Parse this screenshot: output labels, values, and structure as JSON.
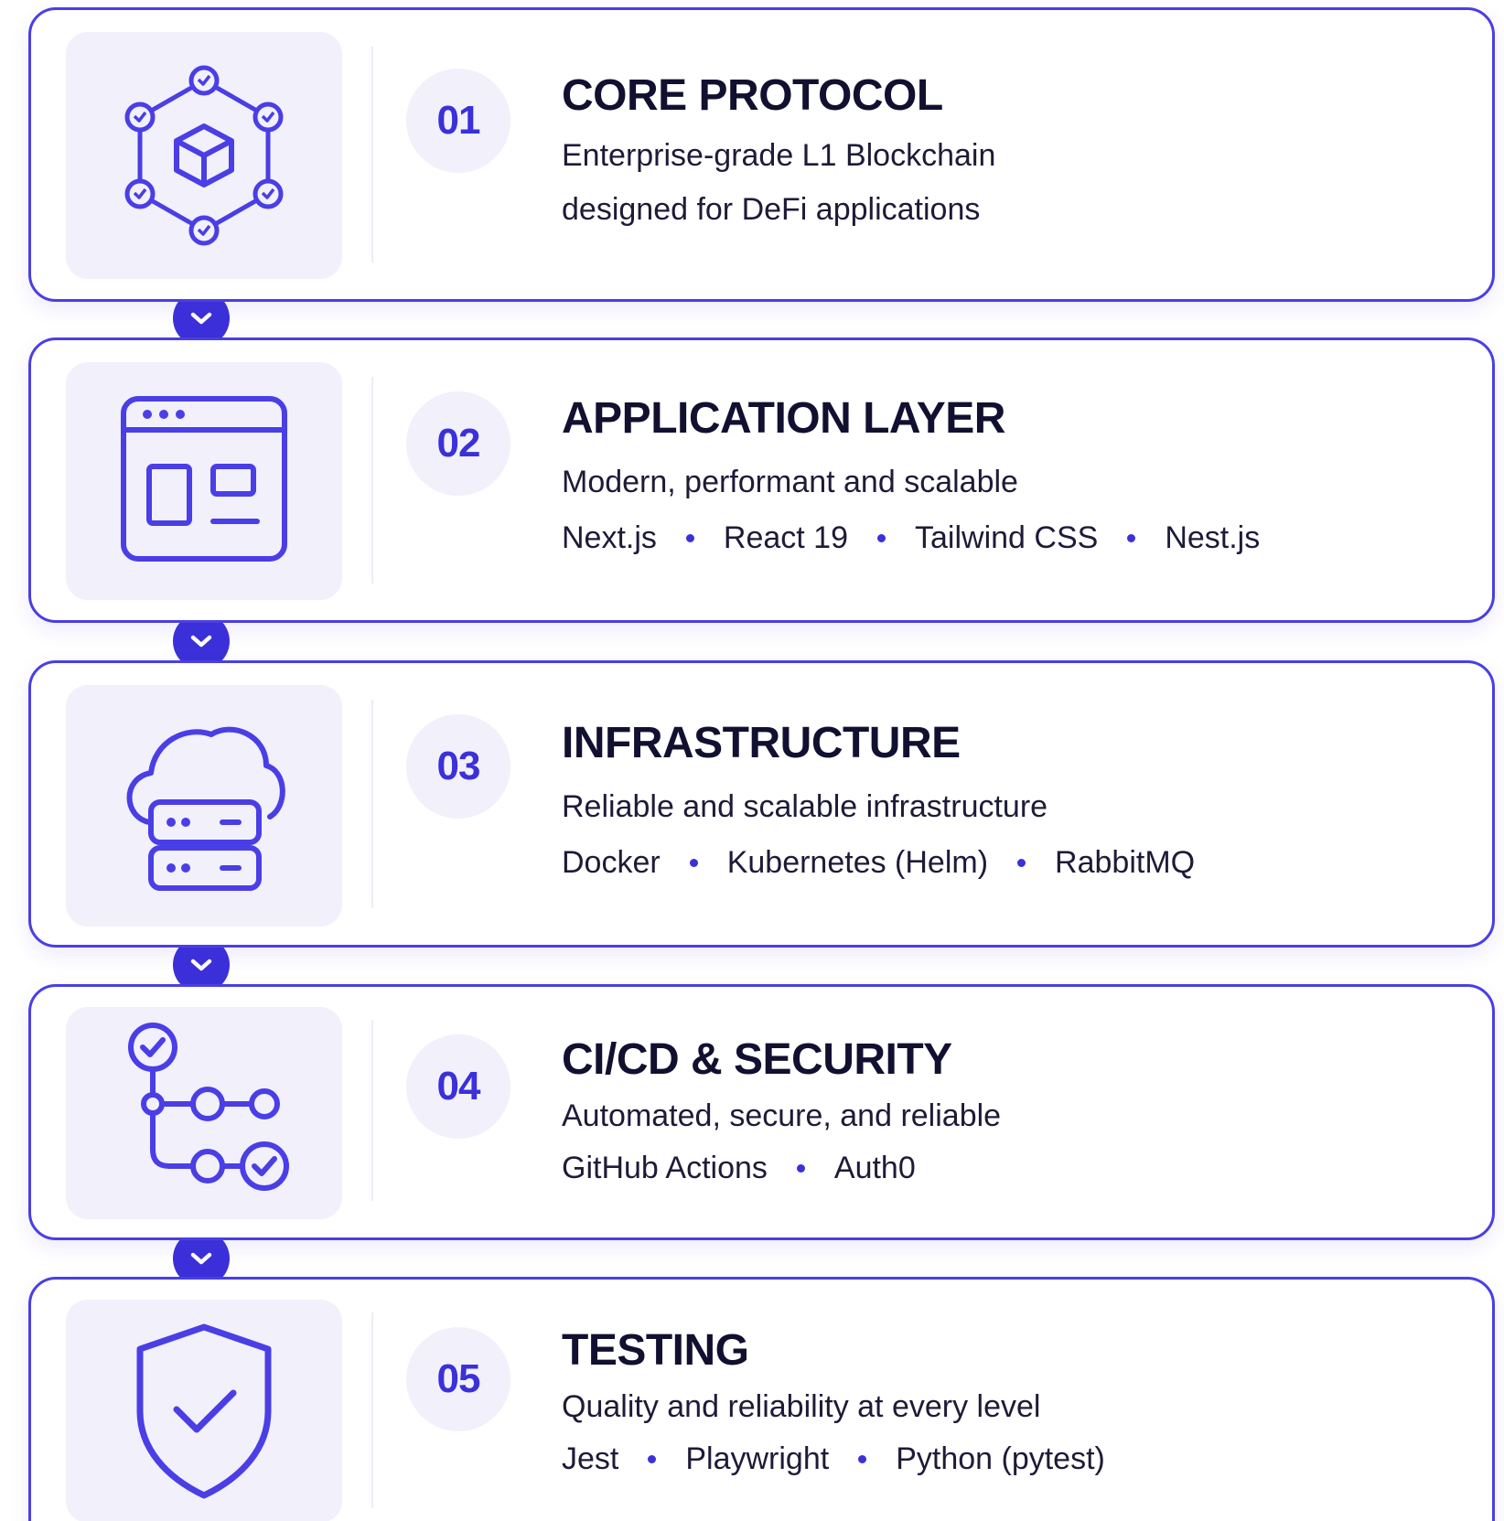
{
  "accent_color": "#3b30d9",
  "steps": [
    {
      "number": "01",
      "title": "CORE PROTOCOL",
      "description_lines": [
        "Enterprise-grade L1 Blockchain",
        "designed for DeFi applications"
      ],
      "tags": [],
      "icon": "blockchain-network-icon"
    },
    {
      "number": "02",
      "title": "APPLICATION LAYER",
      "description_lines": [
        "Modern, performant and scalable"
      ],
      "tags": [
        "Next.js",
        "React 19",
        "Tailwind CSS",
        "Nest.js"
      ],
      "icon": "browser-window-icon"
    },
    {
      "number": "03",
      "title": "INFRASTRUCTURE",
      "description_lines": [
        "Reliable and scalable infrastructure"
      ],
      "tags": [
        "Docker",
        "Kubernetes (Helm)",
        "RabbitMQ"
      ],
      "icon": "cloud-server-icon"
    },
    {
      "number": "04",
      "title": "CI/CD & SECURITY",
      "description_lines": [
        "Automated, secure, and reliable"
      ],
      "tags": [
        "GitHub Actions",
        "Auth0"
      ],
      "icon": "pipeline-icon"
    },
    {
      "number": "05",
      "title": "TESTING",
      "description_lines": [
        "Quality and reliability at every level"
      ],
      "tags": [
        "Jest",
        "Playwright",
        "Python (pytest)"
      ],
      "icon": "shield-check-icon"
    }
  ]
}
